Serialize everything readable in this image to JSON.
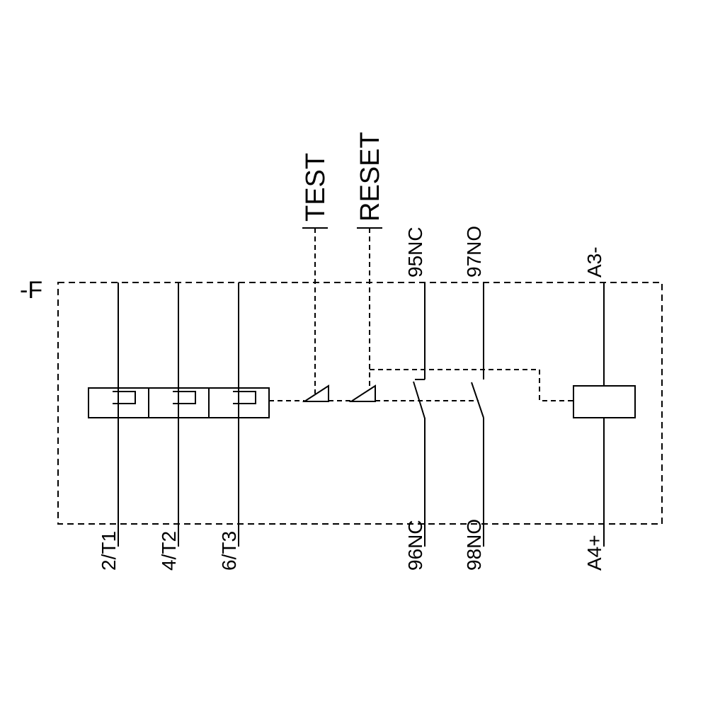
{
  "diagram": {
    "title": "thermal-overload-relay-schematic",
    "device_label": "-F",
    "actuators": {
      "test": "TEST",
      "reset": "RESET"
    },
    "poles": [
      {
        "terminal_bottom": "2/T1"
      },
      {
        "terminal_bottom": "4/T2"
      },
      {
        "terminal_bottom": "6/T3"
      }
    ],
    "contacts": {
      "nc": {
        "top": "95NC",
        "bottom": "96NC"
      },
      "no": {
        "top": "97NO",
        "bottom": "98NO"
      }
    },
    "coil": {
      "top": "A3-",
      "bottom": "A4+"
    },
    "colors": {
      "line": "#000000",
      "background": "#ffffff"
    }
  }
}
